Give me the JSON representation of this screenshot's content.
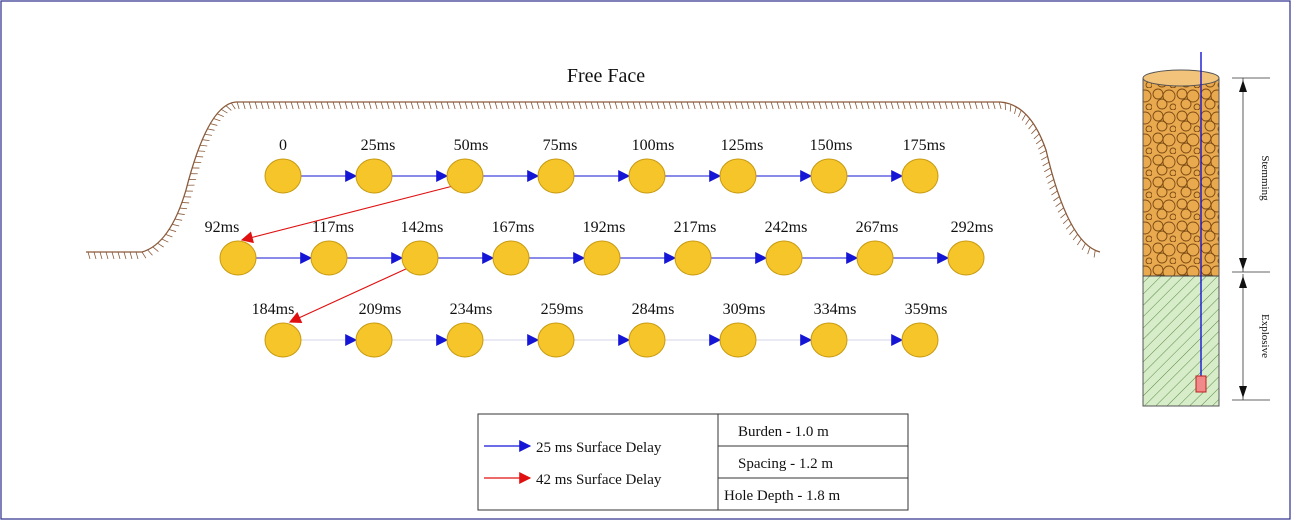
{
  "title": "Free Face",
  "rows": [
    {
      "delays": [
        "0",
        "25ms",
        "50ms",
        "75ms",
        "100ms",
        "125ms",
        "150ms",
        "175ms"
      ]
    },
    {
      "delays": [
        "92ms",
        "117ms",
        "142ms",
        "167ms",
        "192ms",
        "217ms",
        "242ms",
        "267ms",
        "292ms"
      ]
    },
    {
      "delays": [
        "184ms",
        "209ms",
        "234ms",
        "259ms",
        "284ms",
        "309ms",
        "334ms",
        "359ms"
      ]
    }
  ],
  "legend": {
    "blue": "25 ms Surface Delay",
    "red": "42 ms Surface Delay"
  },
  "specs": {
    "burden": "Burden  - 1.0 m",
    "spacing": "Spacing - 1.2 m",
    "depth": "Hole Depth - 1.8 m"
  },
  "column": {
    "stemming": "Stemming",
    "explosive": "Explosive"
  },
  "colors": {
    "hole_fill": "#f6c52a",
    "hole_stroke": "#c89a10",
    "blue_delay": "#1515d6",
    "red_delay": "#e01010",
    "stemming": "#e9a94f",
    "explosive": "#cfe8c0",
    "frame": "#2b2b8c"
  }
}
